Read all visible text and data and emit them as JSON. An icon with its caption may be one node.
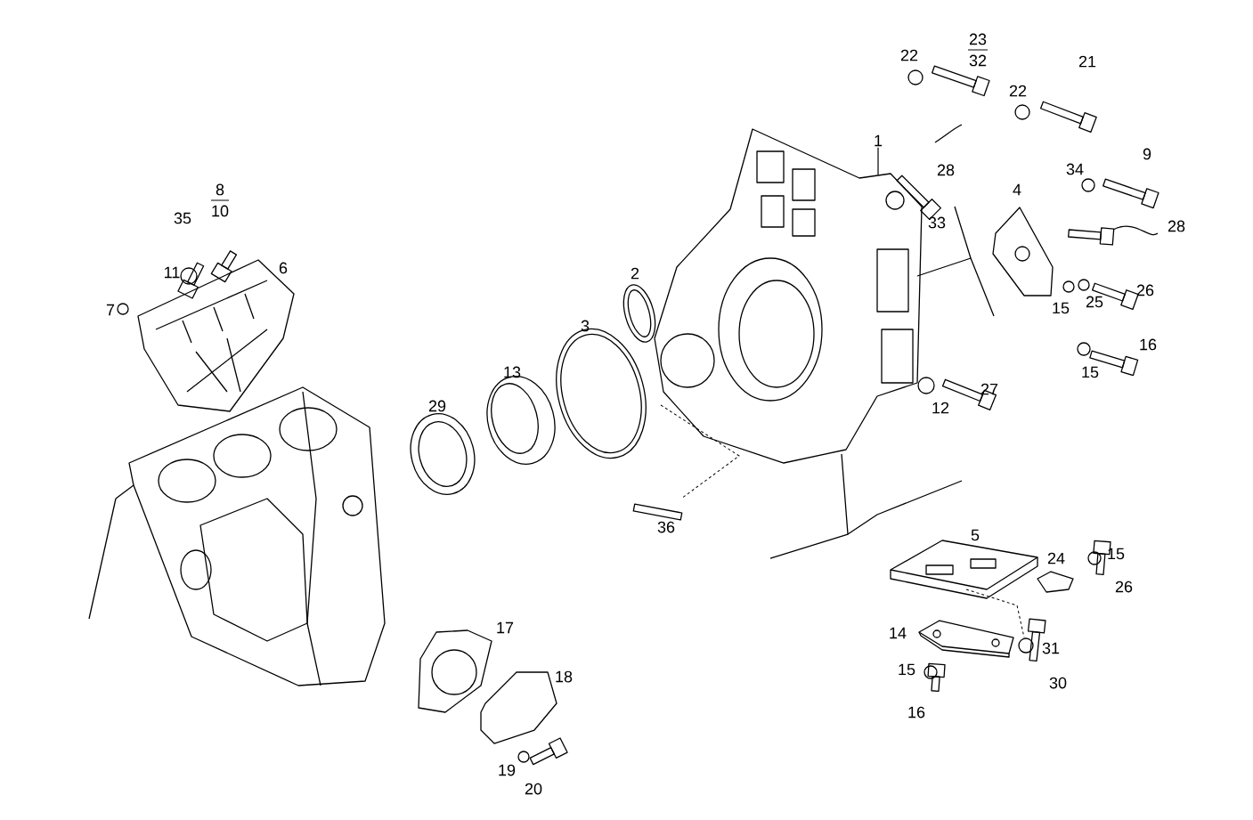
{
  "diagram": {
    "nodes": [
      {
        "text": [
          "1"
        ]
      },
      {
        "text": [],
        "shape": "picture"
      }
    ],
    "edges": [
      {
        "from": 0,
        "to": 1,
        "arrow": "none"
      }
    ],
    "labels": [
      "22",
      "23",
      "32",
      "21",
      "22",
      "28",
      "9",
      "34",
      "4",
      "28",
      "8",
      "10",
      "35",
      "11",
      "6",
      "7",
      "2",
      "33",
      "3",
      "13",
      "29",
      "15",
      "25",
      "26",
      "16",
      "15",
      "12",
      "27",
      "36",
      "5",
      "24",
      "15",
      "26",
      "14",
      "31",
      "15",
      "30",
      "16",
      "17",
      "18",
      "19",
      "20"
    ]
  }
}
